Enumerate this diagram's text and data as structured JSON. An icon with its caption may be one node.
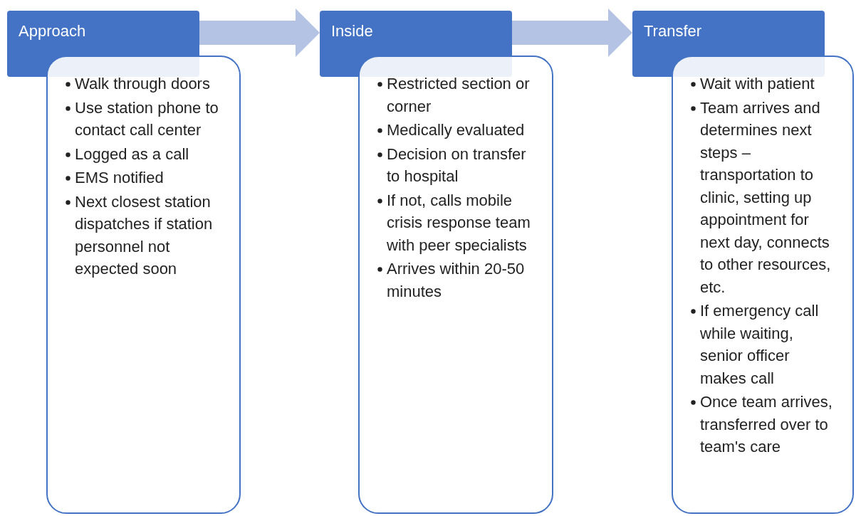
{
  "diagram": {
    "nodes": [
      {
        "text": [
          "Approach"
        ]
      },
      {
        "text": [
          "Walk through doors",
          "Use station phone to contact call center",
          "Logged as a call",
          "EMS notified",
          "Next closest station dispatches if station personnel not expected soon"
        ]
      },
      {
        "text": [
          "Inside"
        ]
      },
      {
        "text": [
          "Restricted section or corner",
          "Medically evaluated",
          "Decision on transfer to hospital",
          "If not, calls mobile crisis response team with peer specialists",
          "Arrives within 20-50 minutes"
        ]
      },
      {
        "text": [
          "Transfer"
        ]
      },
      {
        "text": [
          "Wait with patient",
          "Team arrives and determines next steps – transportation to clinic, setting up appointment for next day, connects to other resources, etc.",
          "If emergency call while waiting, senior officer makes call",
          "Once team arrives, transferred over to team's care"
        ]
      }
    ],
    "edges": [
      {
        "from": 0,
        "to": 2,
        "arrow": "to"
      },
      {
        "from": 2,
        "to": 4,
        "arrow": "to"
      }
    ]
  }
}
